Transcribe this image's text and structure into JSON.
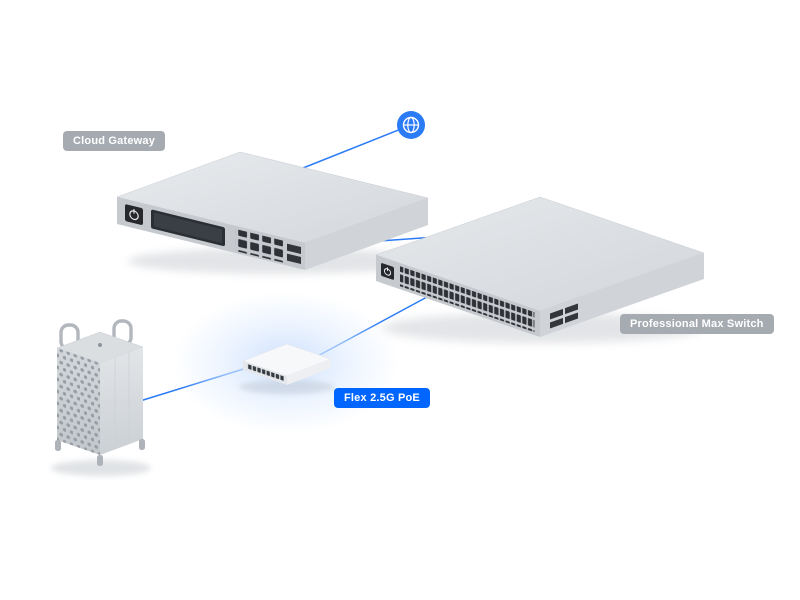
{
  "scene": {
    "kind": "isometric-network-topology",
    "background": "#ffffff"
  },
  "nodes": {
    "internet": {
      "icon": "globe-icon"
    },
    "cloud_gateway": {
      "label": "Cloud Gateway",
      "badge_style": "gray"
    },
    "pro_max_switch": {
      "label": "Professional Max Switch",
      "badge_style": "gray"
    },
    "flex_poe": {
      "label": "Flex 2.5G PoE",
      "badge_style": "blue"
    },
    "workstation": {
      "device": "tower-workstation"
    }
  },
  "connections": [
    {
      "from": "internet",
      "to": "cloud_gateway"
    },
    {
      "from": "cloud_gateway",
      "to": "pro_max_switch"
    },
    {
      "from": "pro_max_switch",
      "to": "flex_poe"
    },
    {
      "from": "flex_poe",
      "to": "workstation"
    }
  ],
  "colors": {
    "connection_line": "#2b7bf6",
    "globe_bg": "#2b7bf6",
    "globe_glyph": "#ffffff",
    "label_gray_bg": "#a6abb2",
    "label_blue_bg": "#0066ff",
    "label_text": "#ffffff",
    "device_body": "#d5d8dc",
    "glow": "#d5e4fb"
  }
}
